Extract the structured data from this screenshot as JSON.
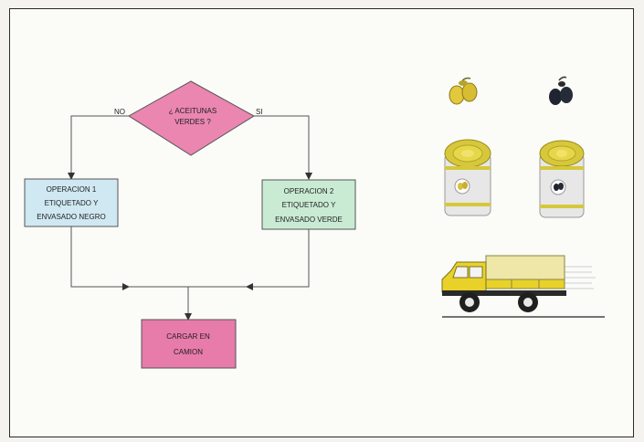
{
  "flowchart": {
    "decision": {
      "line1": "¿ ACEITUNAS",
      "line2": "VERDES ?"
    },
    "branch_no": "NO",
    "branch_si": "SI",
    "op1": {
      "line1": "OPERACION    1",
      "line2": "ETIQUETADO    Y",
      "line3": "ENVASADO   NEGRO"
    },
    "op2": {
      "line1": "OPERACION    2",
      "line2": "ETIQUETADO    Y",
      "line3": "ENVASADO  VERDE"
    },
    "load": {
      "line1": "CARGAR     EN",
      "line2": "CAMION"
    }
  },
  "colors": {
    "decision_fill": "#ea86b0",
    "op1_fill": "#cfe8f2",
    "op2_fill": "#c9ebd4",
    "load_fill": "#e77ba9",
    "truck_yellow": "#e8d22a",
    "olive_green": "#d9c23a",
    "olive_black": "#1f2430"
  },
  "illustrations": {
    "green_olives_icon": "green-olives-icon",
    "black_olives_icon": "black-olives-icon",
    "green_can_icon": "can-green-olives-icon",
    "black_can_icon": "can-black-olives-icon",
    "truck_icon": "truck-icon"
  }
}
